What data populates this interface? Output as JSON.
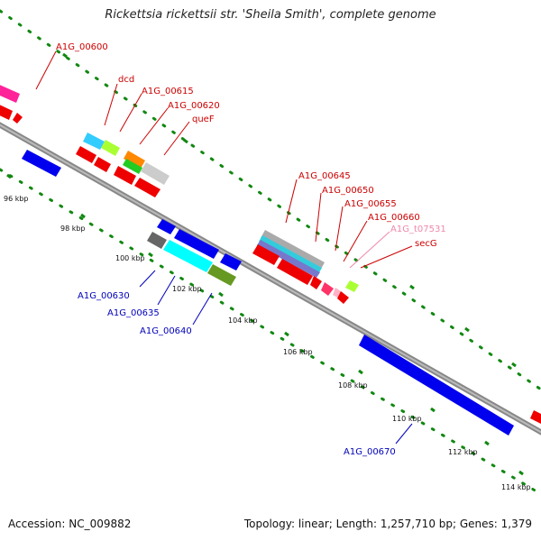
{
  "title": "Rickettsia rickettsii str. 'Sheila Smith', complete genome",
  "footer": {
    "accession": "Accession: NC_009882",
    "topology": "Topology: linear; Length: 1,257,710 bp; Genes: 1,379"
  },
  "scale_labels": [
    "96 kbp",
    "98 kbp",
    "100 kbp",
    "102 kbp",
    "104 kbp",
    "106 kbp",
    "108 kbp",
    "110 kbp",
    "112 kbp",
    "114 kbp"
  ],
  "gene_labels_forward": [
    "A1G_00600",
    "dcd",
    "A1G_00615",
    "A1G_00620",
    "queF",
    "A1G_00645",
    "A1G_00650",
    "A1G_00655",
    "A1G_00660",
    "A1G_t07531",
    "secG"
  ],
  "gene_labels_reverse": [
    "A1G_00630",
    "A1G_00635",
    "A1G_00640",
    "A1G_00670"
  ],
  "colors": {
    "forward_label": "#cc0000",
    "reverse_label": "#0000bb",
    "trna_label": "#ee88aa",
    "backbone": "#888888",
    "dots": "#118811"
  }
}
